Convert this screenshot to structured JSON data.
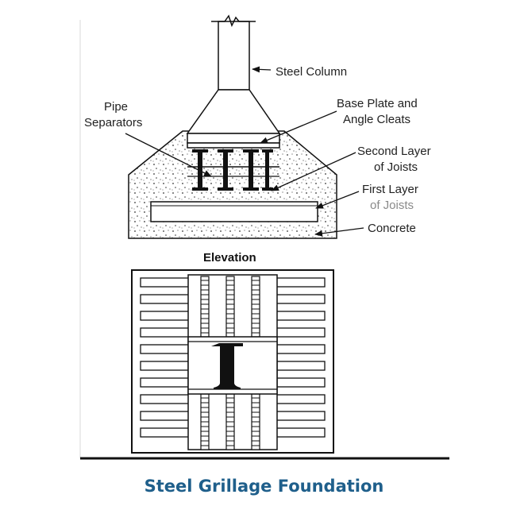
{
  "diagram": {
    "labels": {
      "steel_column": "Steel Column",
      "base_plate_line1": "Base Plate and",
      "base_plate_line2": "Angle Cleats",
      "pipe_line1": "Pipe",
      "pipe_line2": "Separators",
      "second_layer_line1": "Second Layer",
      "second_layer_line2": "of Joists",
      "first_layer_line1": "First Layer",
      "first_layer_line2": "of Joists",
      "concrete": "Concrete",
      "elevation": "Elevation"
    },
    "caption": "Steel Grillage Foundation",
    "colors": {
      "caption": "#1f5f8b",
      "line": "#111111",
      "muted_label": "#8a8a8a"
    }
  }
}
